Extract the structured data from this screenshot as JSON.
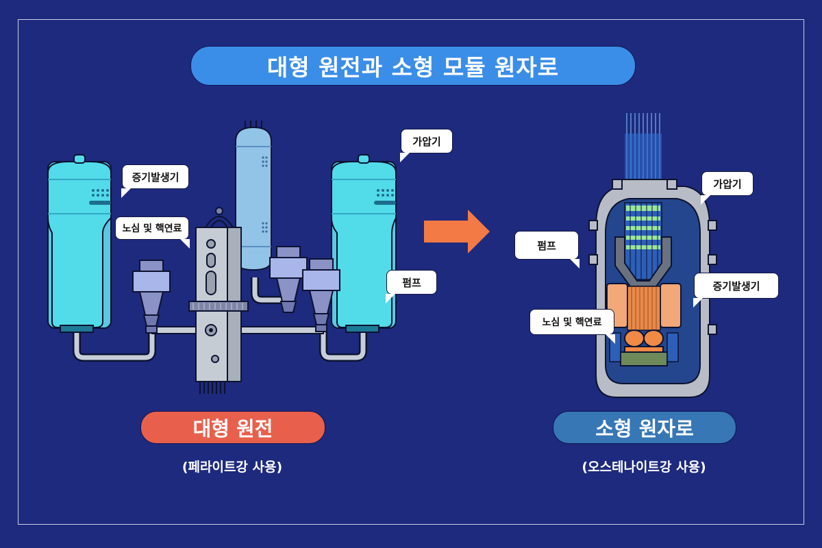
{
  "title": "대형 원전과 소형 모듈 원자로",
  "left": {
    "name": "대형 원전",
    "material": "(페라이트강 사용)",
    "labels": {
      "steam_generator": "증기발생기",
      "core": "노심 및 핵연료",
      "pressurizer": "가압기",
      "pump": "펌프"
    }
  },
  "right": {
    "name": "소형 원자로",
    "material": "(오스테나이트강 사용)",
    "labels": {
      "pressurizer": "가압기",
      "pump": "펌프",
      "steam_generator": "증기발생기",
      "core": "노심 및 핵연료"
    }
  },
  "colors": {
    "background": "#1e2a7e",
    "title": "#3a8ee8",
    "large": "#e8604c",
    "small": "#3777b6",
    "arrow": "#f47a45"
  }
}
